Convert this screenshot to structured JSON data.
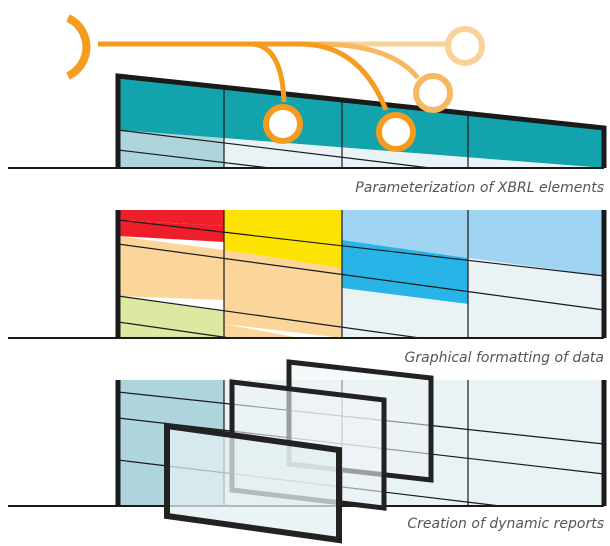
{
  "captions": {
    "panel1": "Parameterization of XBRL elements",
    "panel2": "Graphical formatting of data",
    "panel3": "Creation of dynamic reports"
  },
  "colors": {
    "teal": "#13a3ad",
    "teal_light": "#aed5dc",
    "pale": "#e9f2f5",
    "orange": "#f59b1e",
    "orange_mid": "#f8b861",
    "orange_light": "#fad09b",
    "red": "#ee1f2b",
    "yellow": "#ffe300",
    "sky": "#29b4e8",
    "sky_light": "#9fd5f2",
    "peach": "#fcd59b",
    "lime": "#dce9a1",
    "frame": "#222222"
  }
}
